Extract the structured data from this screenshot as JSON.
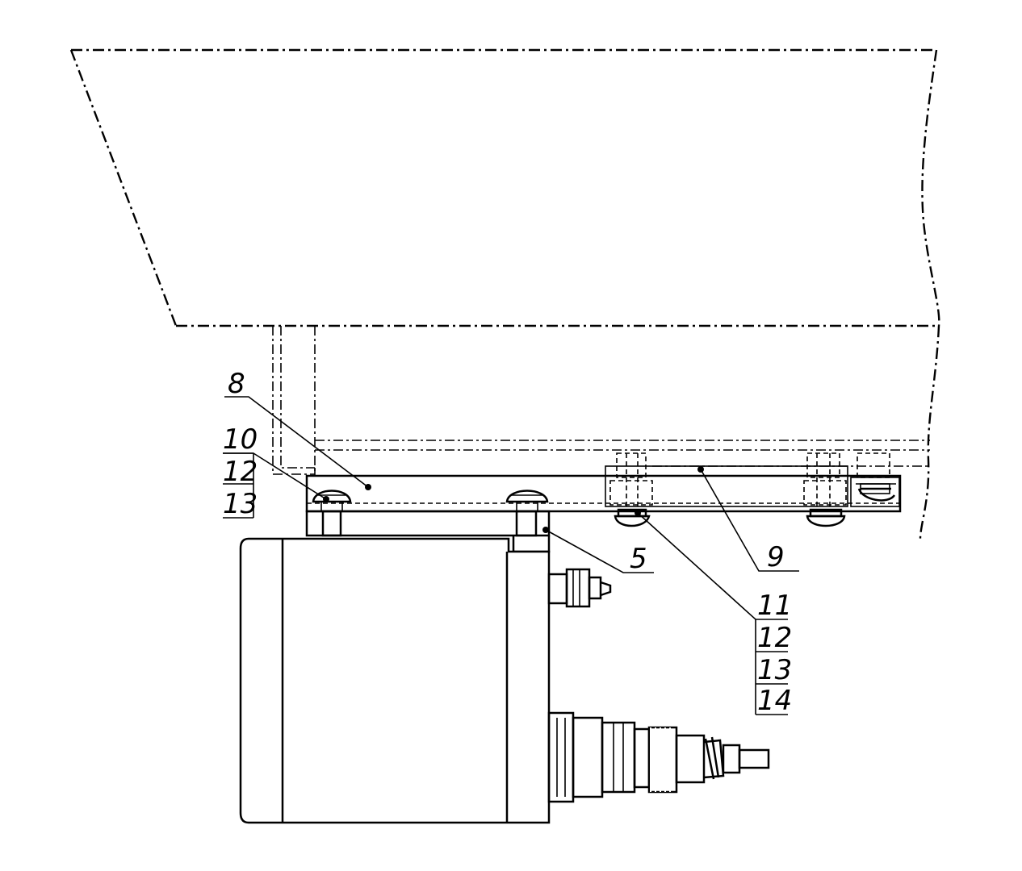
{
  "callouts": {
    "c8": "8",
    "c10": "10",
    "c12a": "12",
    "c13a": "13",
    "c5": "5",
    "c9": "9",
    "c11": "11",
    "c12b": "12",
    "c13b": "13",
    "c14": "14"
  }
}
